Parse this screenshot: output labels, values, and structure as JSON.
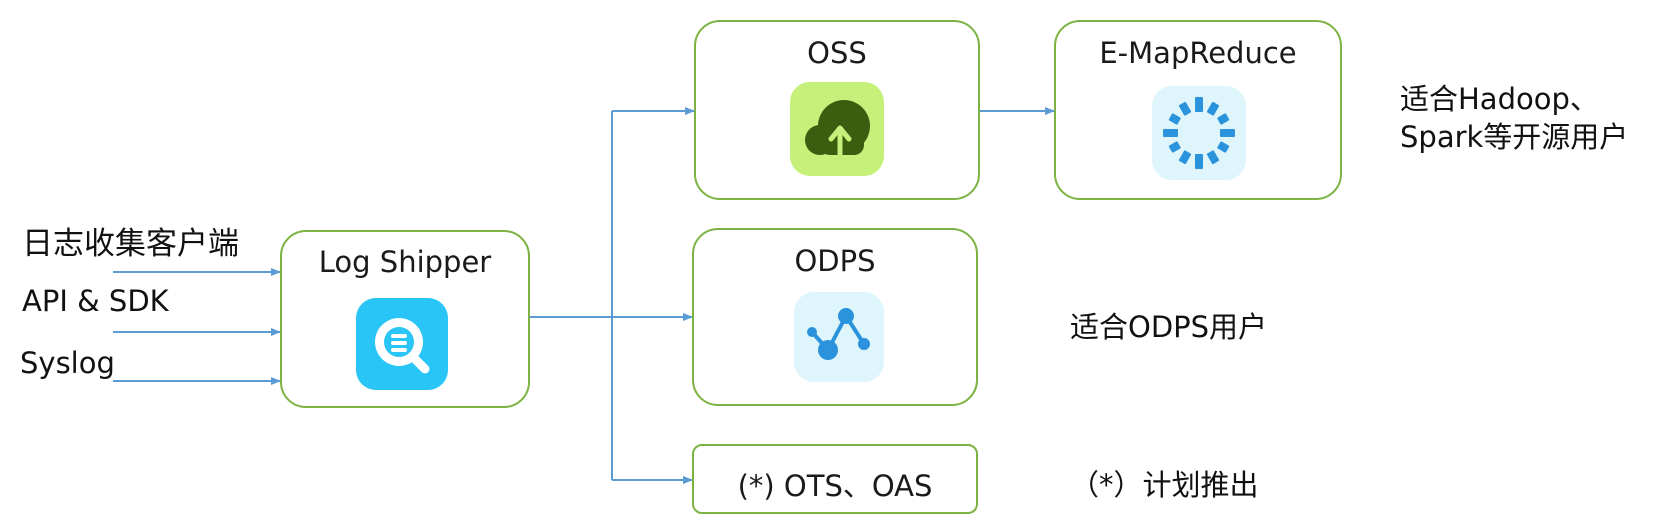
{
  "inputs": {
    "log_client": "日志收集客户端",
    "api_sdk": "API & SDK",
    "syslog": "Syslog"
  },
  "log_shipper": {
    "title": "Log Shipper",
    "icon": "log-search-icon",
    "tile_color": "#29c5f6"
  },
  "oss": {
    "title": "OSS",
    "icon": "cloud-upload-icon",
    "tile_color": "#c5f07a"
  },
  "emapreduce": {
    "title": "E-MapReduce",
    "icon": "ring-segments-icon",
    "tile_color": "#dff5fc"
  },
  "odps": {
    "title": "ODPS",
    "icon": "line-graph-icon",
    "tile_color": "#dff5fc"
  },
  "ots_oas": {
    "title": "(*) OTS、OAS"
  },
  "notes": {
    "hadoop_line1": "适合Hadoop、",
    "hadoop_line2": "Spark等开源用户",
    "odps_users": "适合ODPS用户",
    "planned": "（*）计划推出"
  },
  "colors": {
    "box_border": "#7cb342",
    "arrow": "#5b9bd5"
  }
}
